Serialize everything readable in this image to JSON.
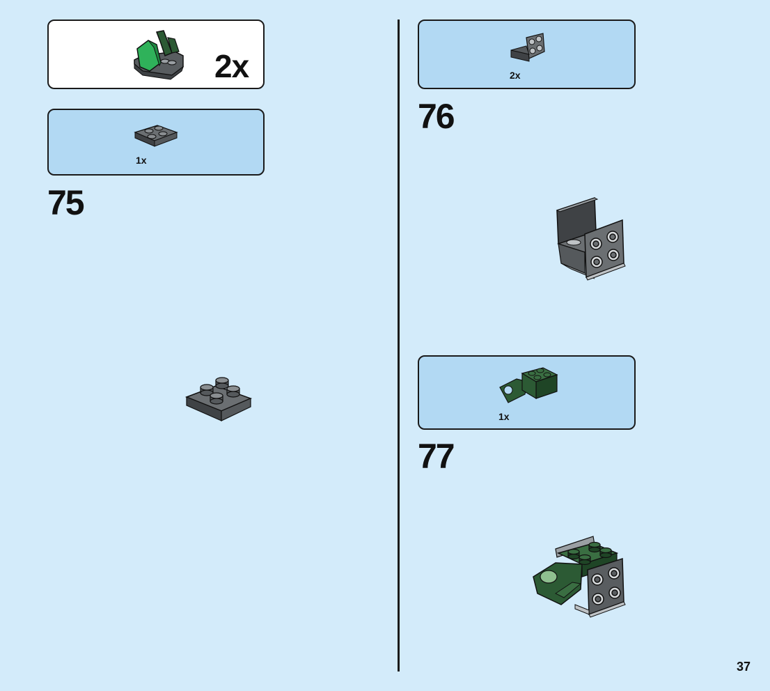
{
  "submodel_callout": {
    "quantity": "2x"
  },
  "steps": [
    {
      "number": "75",
      "parts": [
        {
          "qty": "1x",
          "icon": "dark-gray-plate-2x2-icon"
        }
      ]
    },
    {
      "number": "76",
      "parts": [
        {
          "qty": "2x",
          "icon": "dark-gray-bracket-icon"
        }
      ]
    },
    {
      "number": "77",
      "parts": [
        {
          "qty": "1x",
          "icon": "dark-green-hinge-brick-icon"
        }
      ]
    }
  ],
  "page": {
    "number": "37"
  },
  "colors": {
    "background": "#d3ebfa",
    "parts_box": "#b2d9f3",
    "dark_gray": "#595d60",
    "dark_green": "#2c5a34",
    "bright_green": "#2fb25a"
  }
}
